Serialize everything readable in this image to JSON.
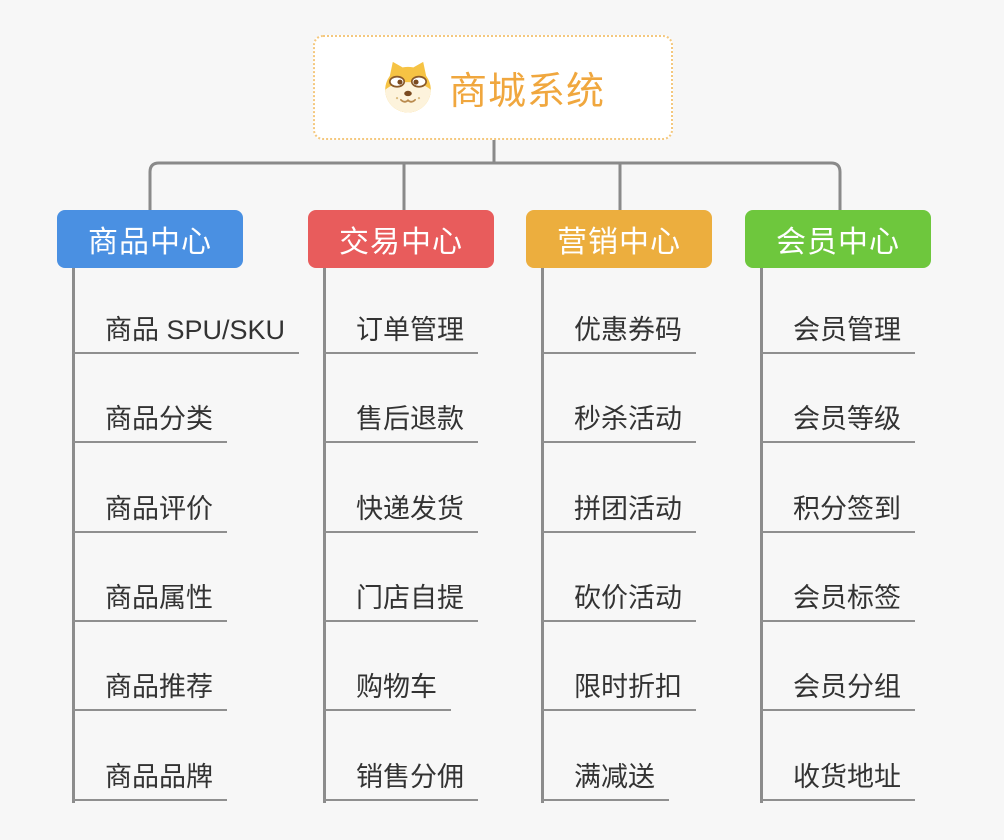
{
  "app": {
    "background_color": "#f7f7f7",
    "connector_color": "#8a8a8a"
  },
  "root": {
    "label": "商城系统",
    "icon": "shiba-dog-face-icon",
    "text_color": "#f0a73e",
    "border_color": "#f4c87e"
  },
  "branches": [
    {
      "id": "product-center",
      "label": "商品中心",
      "color": "#4a90e2",
      "children": [
        "商品 SPU/SKU",
        "商品分类",
        "商品评价",
        "商品属性",
        "商品推荐",
        "商品品牌"
      ]
    },
    {
      "id": "trade-center",
      "label": "交易中心",
      "color": "#e85c5c",
      "children": [
        "订单管理",
        "售后退款",
        "快递发货",
        "门店自提",
        "购物车",
        "销售分佣"
      ]
    },
    {
      "id": "marketing-center",
      "label": "营销中心",
      "color": "#ecae3e",
      "children": [
        "优惠券码",
        "秒杀活动",
        "拼团活动",
        "砍价活动",
        "限时折扣",
        "满减送"
      ]
    },
    {
      "id": "member-center",
      "label": "会员中心",
      "color": "#6ec73d",
      "children": [
        "会员管理",
        "会员等级",
        "积分签到",
        "会员标签",
        "会员分组",
        "收货地址"
      ]
    }
  ]
}
